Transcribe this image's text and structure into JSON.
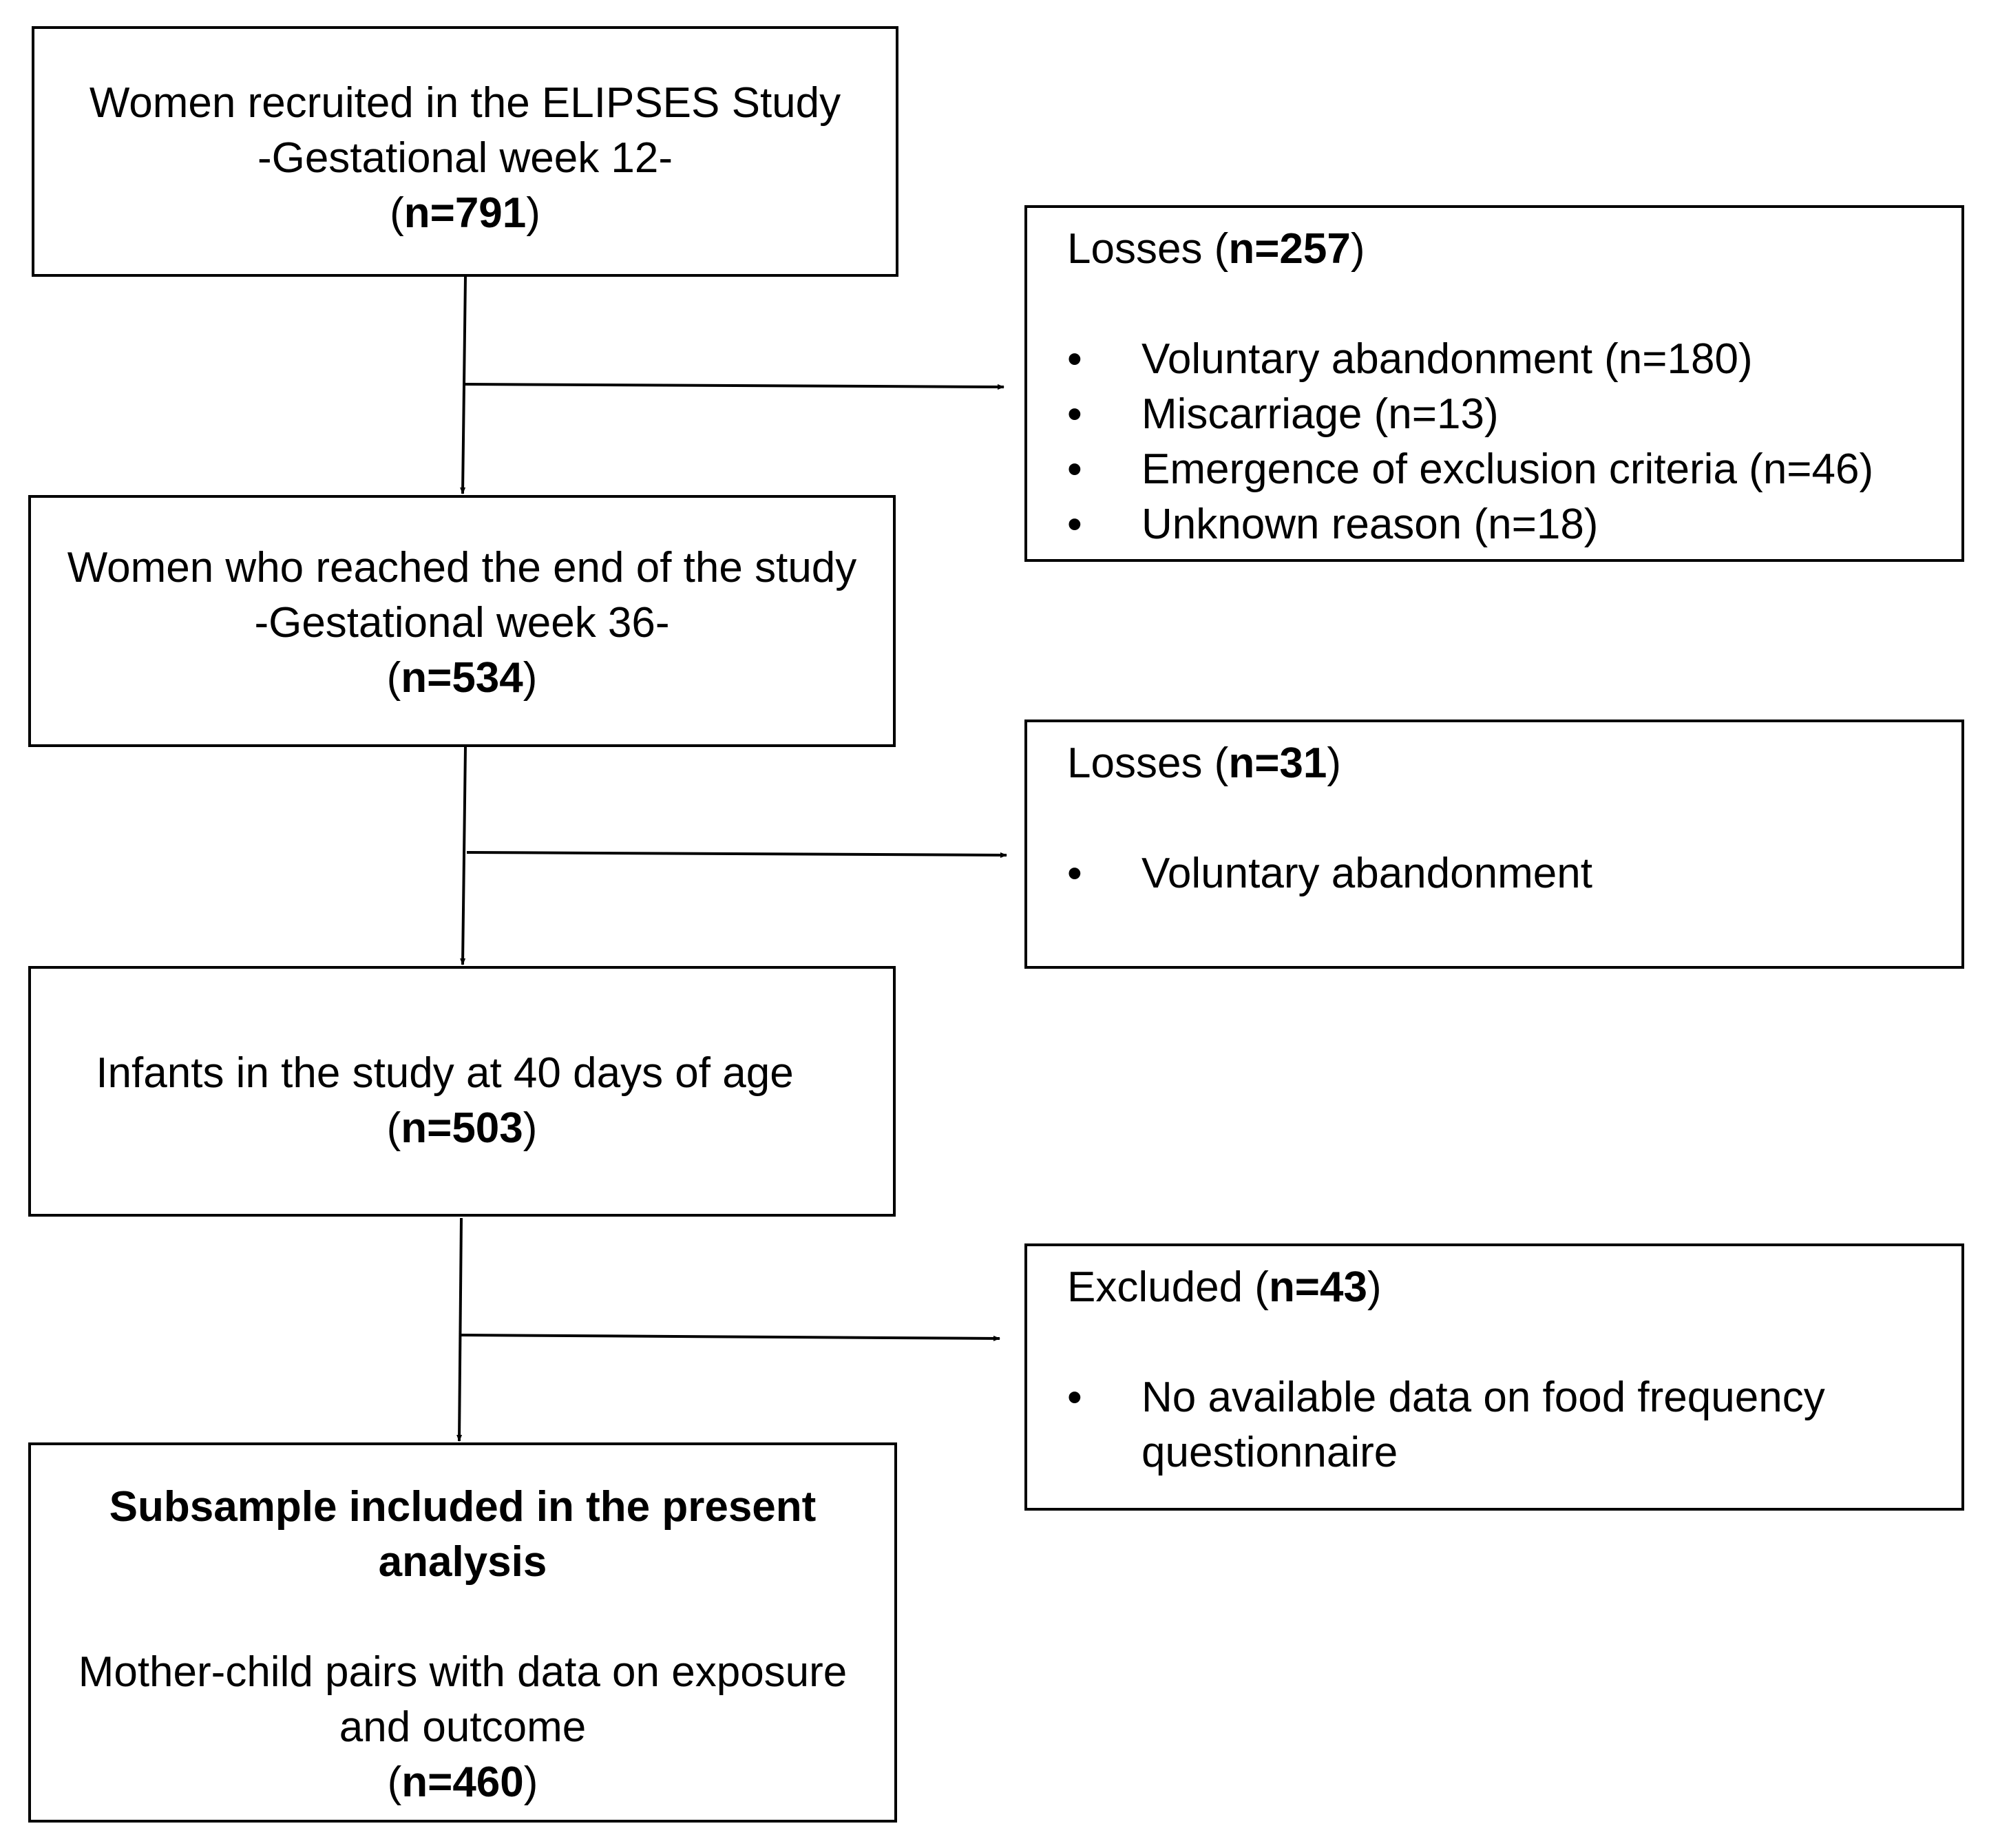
{
  "flow": {
    "recruited": {
      "title": "Women recruited in the ELIPSES Study",
      "subtitle": "-Gestational week 12-",
      "n_open": "(",
      "n": "n=791",
      "n_close": ")"
    },
    "end_of_study": {
      "title": "Women who reached the end of the study",
      "subtitle": "-Gestational week 36-",
      "n_open": "(",
      "n": "n=534",
      "n_close": ")"
    },
    "infants": {
      "title": "Infants in the study at 40 days of age",
      "n_open": "(",
      "n": "n=503",
      "n_close": ")"
    },
    "subsample": {
      "title_line1": "Subsample included in the present",
      "title_line2": "analysis",
      "desc_line1": "Mother-child pairs with data on exposure",
      "desc_line2": "and outcome",
      "n_open": "(",
      "n": "n=460",
      "n_close": ")"
    }
  },
  "side": {
    "losses1": {
      "label": "Losses (",
      "n": "n=257",
      "close": ")",
      "bullet": "•",
      "items": [
        "Voluntary abandonment (n=180)",
        "Miscarriage (n=13)",
        "Emergence of exclusion criteria (n=46)",
        "Unknown reason (n=18)"
      ]
    },
    "losses2": {
      "label": "Losses (",
      "n": "n=31",
      "close": ")",
      "bullet": "•",
      "items": [
        "Voluntary abandonment"
      ]
    },
    "excluded": {
      "label": "Excluded (",
      "n": "n=43",
      "close": ")",
      "bullet": "•",
      "item_line1": "No available data on food frequency",
      "item_line2": "questionnaire"
    }
  },
  "colors": {
    "stroke": "#000000",
    "background": "#ffffff"
  }
}
